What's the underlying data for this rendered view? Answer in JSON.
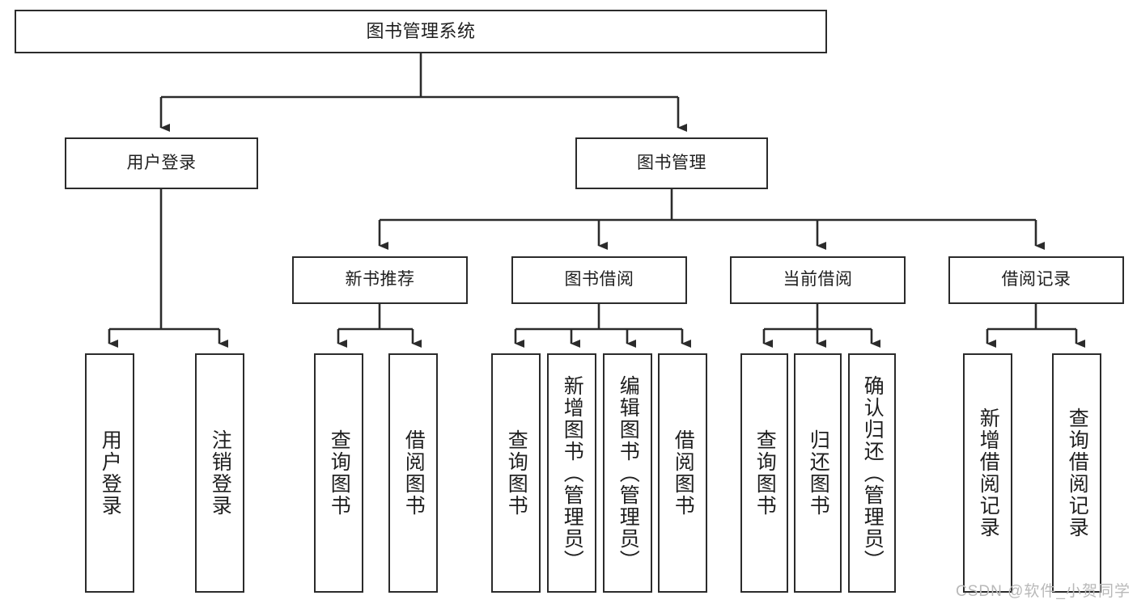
{
  "diagram": {
    "type": "tree-hierarchy-chart",
    "title": "图书管理系统",
    "stroke_color": "#2b2b2b",
    "text_color": "#1f1f1f",
    "background_color": "#ffffff",
    "root": {
      "label": "图书管理系统"
    },
    "level2": [
      {
        "label": "用户登录"
      },
      {
        "label": "图书管理"
      }
    ],
    "level3": [
      {
        "label": "新书推荐"
      },
      {
        "label": "图书借阅"
      },
      {
        "label": "当前借阅"
      },
      {
        "label": "借阅记录"
      }
    ],
    "leaves": {
      "user_login": [
        {
          "label": "用户登录"
        },
        {
          "label": "注销登录"
        }
      ],
      "new_book_recommend": [
        {
          "label": "查询图书"
        },
        {
          "label": "借阅图书"
        }
      ],
      "book_borrow": [
        {
          "label": "查询图书"
        },
        {
          "label": "新增图书（管理员）"
        },
        {
          "label": "编辑图书（管理员）"
        },
        {
          "label": "借阅图书"
        }
      ],
      "current_borrow": [
        {
          "label": "查询图书"
        },
        {
          "label": "归还图书"
        },
        {
          "label": "确认归还（管理员）"
        }
      ],
      "borrow_record": [
        {
          "label": "新增借阅记录"
        },
        {
          "label": "查询借阅记录"
        }
      ]
    }
  },
  "watermark": {
    "text": "CSDN @软件_小贺同学"
  }
}
